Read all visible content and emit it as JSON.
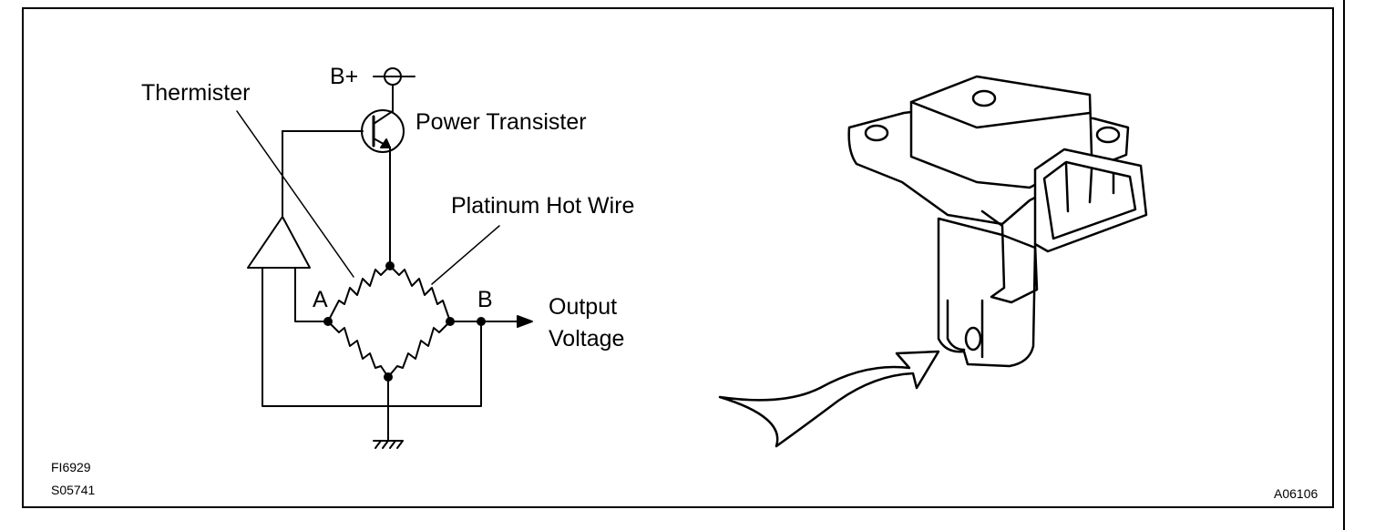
{
  "circuit": {
    "supply_label": "B+",
    "thermister_label": "Thermister",
    "transistor_label": "Power Transister",
    "hot_wire_label": "Platinum Hot Wire",
    "node_a_label": "A",
    "node_b_label": "B",
    "output_label_line1": "Output",
    "output_label_line2": "Voltage"
  },
  "figure_codes": {
    "code_1": "FI6929",
    "code_2": "S05741",
    "code_3": "A06106"
  }
}
